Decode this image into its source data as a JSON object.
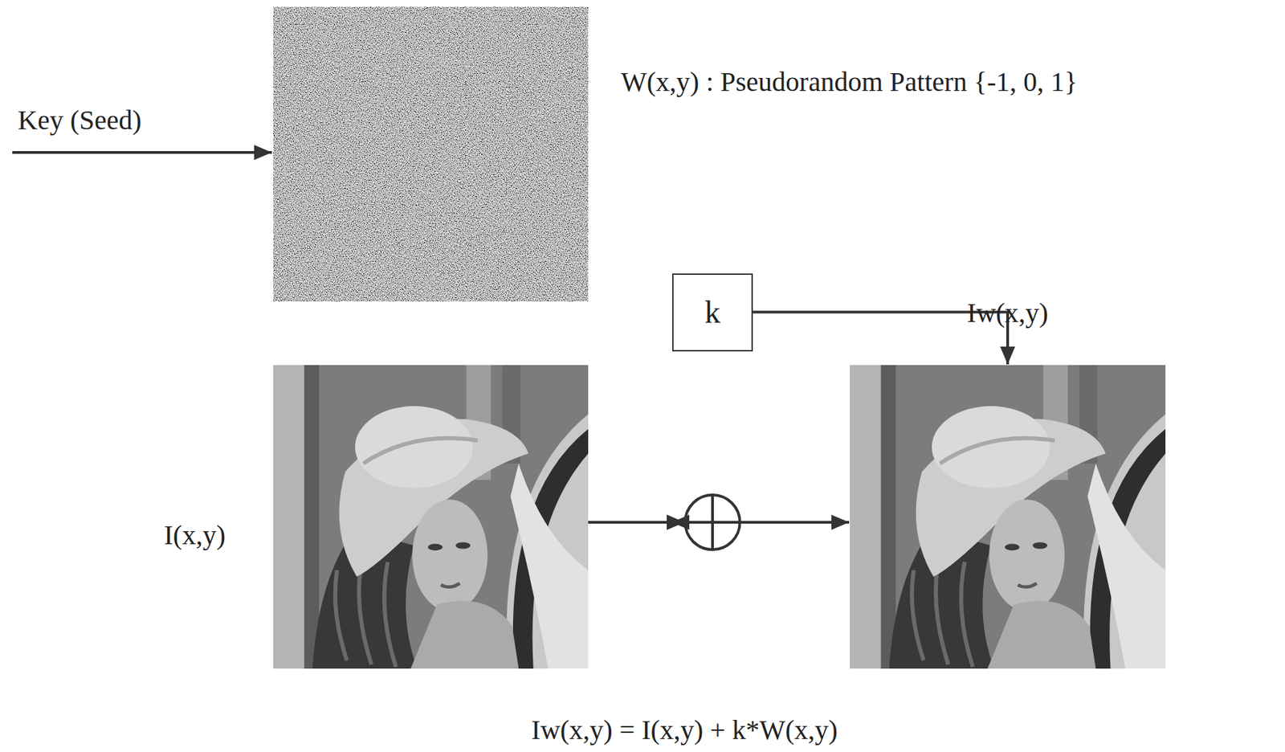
{
  "diagram": {
    "nodes": [
      {
        "text": [
          "W(x,y) : Pseudorandom Pattern {-1, 0, 1}"
        ]
      },
      {
        "text": [
          "k"
        ]
      },
      {
        "text": [
          "I(x,y)"
        ]
      },
      {
        "text": [
          "Iw(x,y)"
        ]
      }
    ],
    "edges": [
      {
        "from": 0,
        "to": 1,
        "arrow": "to"
      },
      {
        "from": 1,
        "to": 3,
        "arrow": "to"
      },
      {
        "from": 2,
        "to": 3,
        "arrow": "to"
      }
    ],
    "labels": [
      "Key (Seed)",
      "Iw(x,y) = I(x,y) + k*W(x,y)"
    ]
  }
}
